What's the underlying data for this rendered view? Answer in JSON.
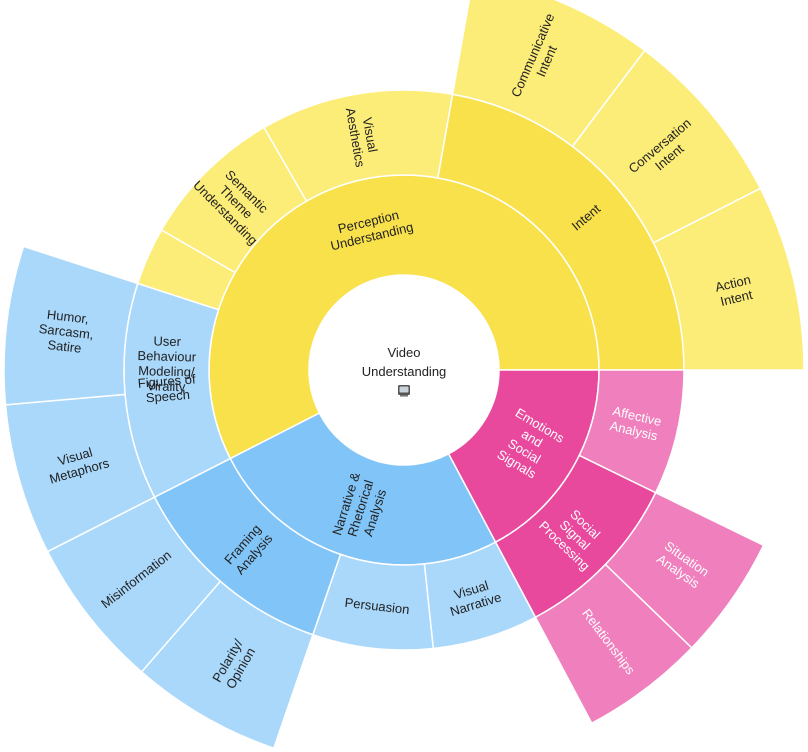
{
  "center": {
    "lines": [
      "Video",
      "Understanding"
    ],
    "icon": "television-icon"
  },
  "colors": {
    "yellow_inner": "#f9e14b",
    "yellow_outer": "#fcec78",
    "blue_inner": "#81c4f7",
    "blue_outer": "#a9d8fb",
    "pink_inner": "#e8499d",
    "pink_outer": "#ef7fbd"
  },
  "chart_data": {
    "type": "sunburst",
    "root": "Video Understanding",
    "categories": [
      {
        "name": "Perception Understanding",
        "color": "yellow",
        "start": -117,
        "end": 90,
        "children": [
          {
            "name": "User Behaviour Modeling/ Virality",
            "start": -117,
            "end": -60,
            "outer_ring": 2
          },
          {
            "name": "Semantic Theme Understanding",
            "start": -60,
            "end": -30,
            "outer_ring": 2
          },
          {
            "name": "Visual Aesthetics",
            "start": -30,
            "end": 10,
            "outer_ring": 2
          },
          {
            "name": "Intent",
            "start": 10,
            "end": 90,
            "outer_ring": 2,
            "children": [
              {
                "name": "Communicative Intent",
                "start": 10,
                "end": 37
              },
              {
                "name": "Conversation Intent",
                "start": 37,
                "end": 63
              },
              {
                "name": "Action Intent",
                "start": 63,
                "end": 90
              }
            ]
          }
        ]
      },
      {
        "name": "Emotions and Social Signals",
        "color": "pink",
        "start": 90,
        "end": 152,
        "children": [
          {
            "name": "Affective Analysis",
            "start": 90,
            "end": 116,
            "outer_ring": 2
          },
          {
            "name": "Social Signal Processing",
            "start": 116,
            "end": 152,
            "outer_ring": 2,
            "children": [
              {
                "name": "Situation Analysis",
                "start": 116,
                "end": 134
              },
              {
                "name": "Relationships",
                "start": 134,
                "end": 152
              }
            ]
          }
        ]
      },
      {
        "name": "Narrative & Rhetorical Analysis",
        "color": "blue",
        "start": 152,
        "end": 243,
        "children": [
          {
            "name": "Visual Narrative",
            "start": 152,
            "end": 174,
            "outer_ring": 2
          },
          {
            "name": "Persuasion",
            "start": 174,
            "end": 199,
            "outer_ring": 2
          },
          {
            "name": "Framing Analysis",
            "start": 199,
            "end": 243,
            "outer_ring": 2,
            "children": [
              {
                "name": "Polarity/ Opinion",
                "start": 199,
                "end": 221
              },
              {
                "name": "Misinformation",
                "start": 221,
                "end": 243
              }
            ]
          }
        ]
      },
      {
        "name": "Figures of Speech",
        "color": "blue",
        "start": 243,
        "end": 288,
        "level": 2,
        "children": [
          {
            "name": "Visual Metaphors",
            "start": 243,
            "end": 265
          },
          {
            "name": "Humor, Sarcasm, Satire",
            "start": 265,
            "end": 288
          }
        ]
      }
    ]
  }
}
